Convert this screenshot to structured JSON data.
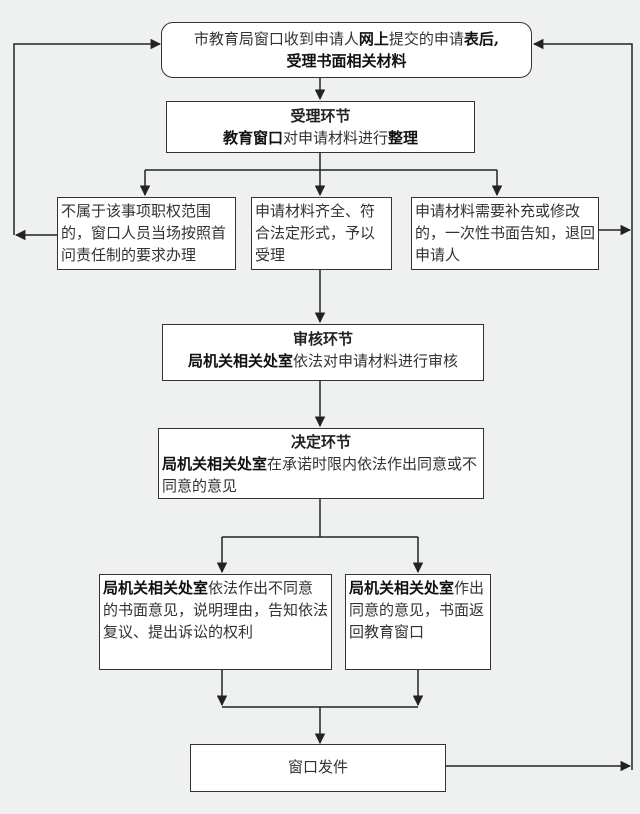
{
  "diagram": {
    "nodes": {
      "start": {
        "line1_normal_a": "市教育局窗口收到申请人",
        "line1_bold_a": "网上",
        "line1_normal_b": "提交的申请",
        "line1_bold_b": "表后,",
        "line2_bold": "受理书面相关材料"
      },
      "accept_stage": {
        "title": "受理环节",
        "line_bold_a": "教育窗口",
        "line_normal": "对申请材料进行",
        "line_bold_b": "整理"
      },
      "out_of_scope": {
        "text": "不属于该事项职权范围的，窗口人员当场按照首问责任制的要求办理"
      },
      "complete": {
        "text": "申请材料齐全、符合法定形式，予以受理"
      },
      "needs_supplement": {
        "text": "申请材料需要补充或修改的，一次性书面告知，退回申请人"
      },
      "review_stage": {
        "title": "审核环节",
        "bold": "局机关相关处室",
        "normal": "依法对申请材料进行审核"
      },
      "decision_stage": {
        "title": "决定环节",
        "bold": "局机关相关处室",
        "normal": "在承诺时限内依法作出同意或不同意的意见"
      },
      "disagree": {
        "bold": "局机关相关处室",
        "normal": "依法作出不同意的书面意见，说明理由，告知依法复议、提出诉讼的权利"
      },
      "agree": {
        "bold": "局机关相关处室",
        "normal": "作出同意的意见，书面返回教育窗口"
      },
      "issue": {
        "text": "窗口发件"
      }
    },
    "colors": {
      "background": "#eef1f0",
      "box_fill": "#ffffff",
      "line": "#222222"
    }
  }
}
